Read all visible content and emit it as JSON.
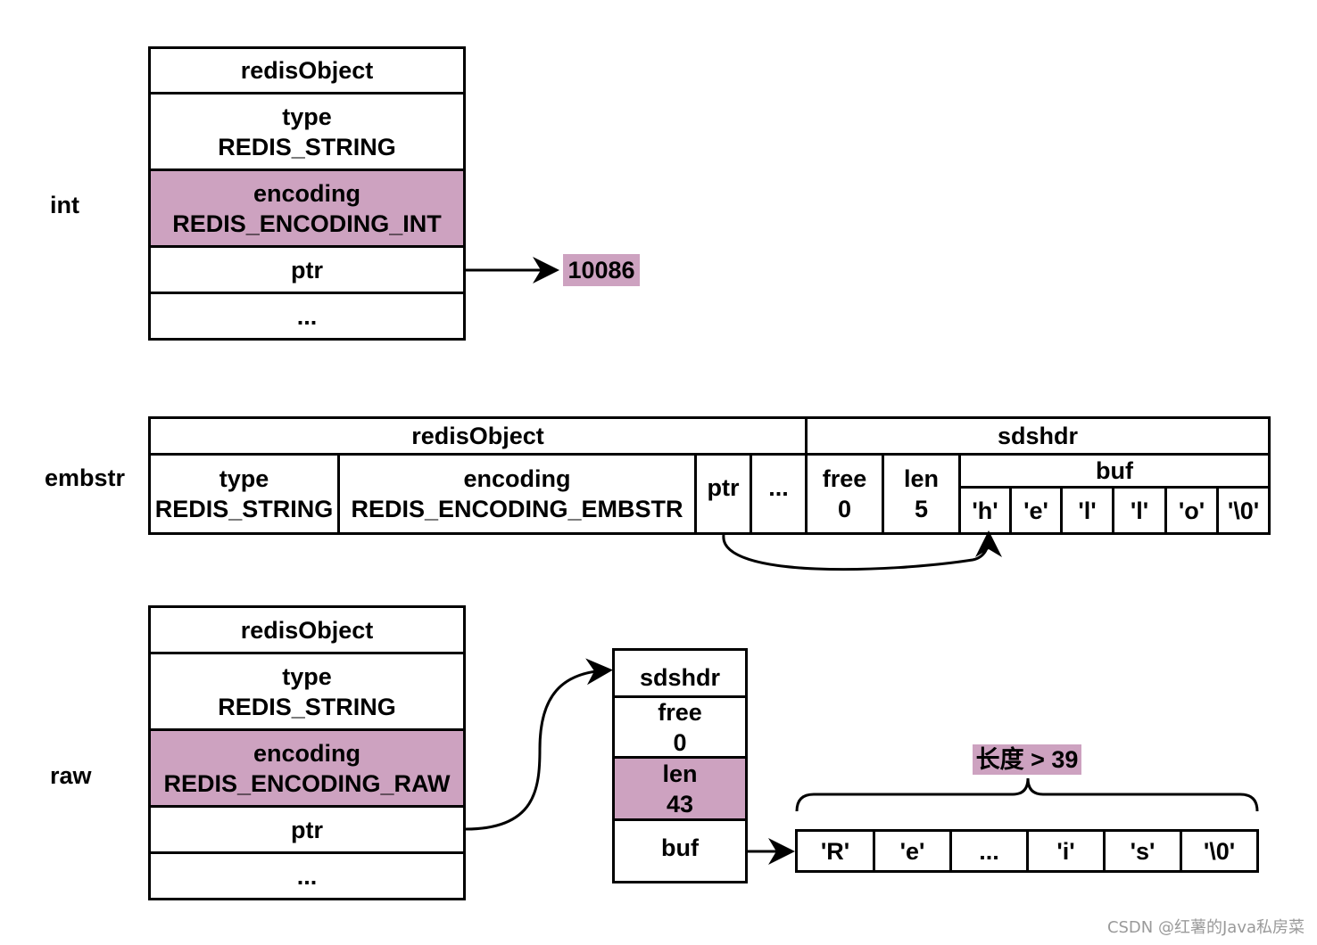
{
  "labels": {
    "int": "int",
    "embstr": "embstr",
    "raw": "raw"
  },
  "int_obj": {
    "header": "redisObject",
    "type_key": "type",
    "type_val": "REDIS_STRING",
    "enc_key": "encoding",
    "enc_val": "REDIS_ENCODING_INT",
    "ptr": "ptr",
    "rest": "...",
    "value": "10086"
  },
  "embstr_obj": {
    "header_obj": "redisObject",
    "header_sds": "sdshdr",
    "type_key": "type",
    "type_val": "REDIS_STRING",
    "enc_key": "encoding",
    "enc_val": "REDIS_ENCODING_EMBSTR",
    "ptr": "ptr",
    "rest": "...",
    "free_key": "free",
    "free_val": "0",
    "len_key": "len",
    "len_val": "5",
    "buf": "buf",
    "chars": [
      "'h'",
      "'e'",
      "'l'",
      "'l'",
      "'o'",
      "'\\0'"
    ]
  },
  "raw_obj": {
    "header": "redisObject",
    "type_key": "type",
    "type_val": "REDIS_STRING",
    "enc_key": "encoding",
    "enc_val": "REDIS_ENCODING_RAW",
    "ptr": "ptr",
    "rest": "...",
    "sds_header": "sdshdr",
    "free_key": "free",
    "free_val": "0",
    "len_key": "len",
    "len_val": "43",
    "buf": "buf",
    "length_note": "长度 > 39",
    "chars": [
      "'R'",
      "'e'",
      "...",
      "'i'",
      "'s'",
      "'\\0'"
    ]
  },
  "watermark": "CSDN @红薯的Java私房菜"
}
